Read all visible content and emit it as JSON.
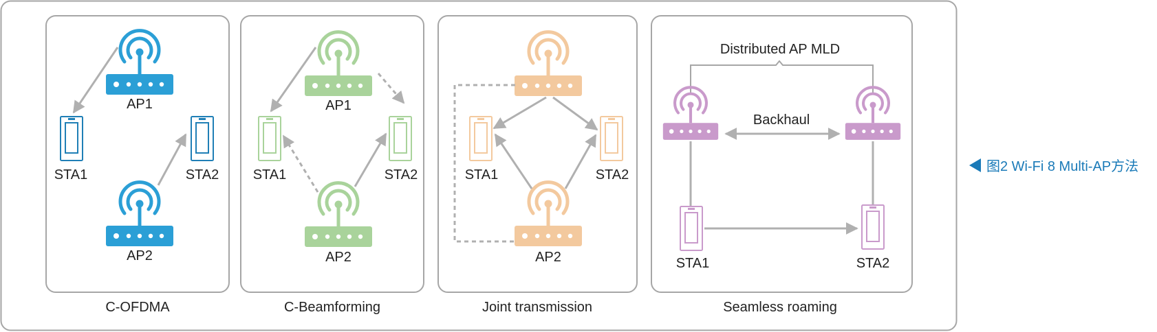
{
  "colors": {
    "blue": "#2b9fd6",
    "green": "#a9d39b",
    "orange": "#f3c99e",
    "purple": "#c99acb",
    "arrow": "#b0b0b0",
    "frame": "#a6a6a6",
    "caption": "#1a7ab8"
  },
  "panels": [
    {
      "caption": "C-OFDMA",
      "ap1": "AP1",
      "ap2": "AP2",
      "sta1": "STA1",
      "sta2": "STA2"
    },
    {
      "caption": "C-Beamforming",
      "ap1": "AP1",
      "ap2": "AP2",
      "sta1": "STA1",
      "sta2": "STA2"
    },
    {
      "caption": "Joint transmission",
      "ap2": "AP2",
      "sta1": "STA1",
      "sta2": "STA2"
    },
    {
      "caption": "Seamless roaming",
      "mld": "Distributed AP MLD",
      "backhaul": "Backhaul",
      "sta1": "STA1",
      "sta2": "STA2"
    }
  ],
  "figure_caption": "图2  Wi-Fi 8 Multi-AP方法",
  "icons": [
    "access-point-icon",
    "smartphone-icon",
    "triangle-left-icon"
  ]
}
